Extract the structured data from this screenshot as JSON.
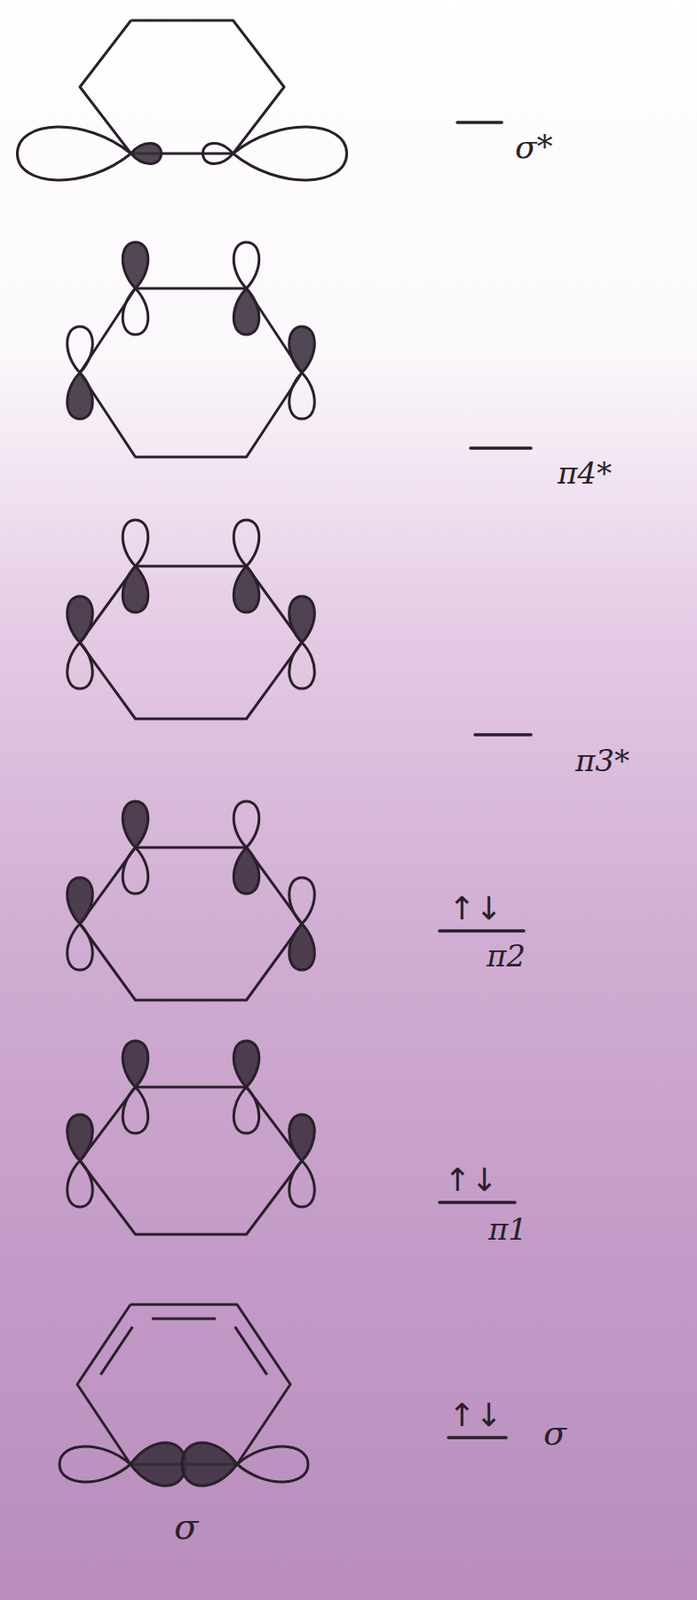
{
  "diagram": {
    "labels": [
      "σ*",
      "π4*",
      "π3*",
      "↑↓",
      "π2",
      "↑↓",
      "π1",
      "↑↓",
      "σ",
      "σ"
    ]
  }
}
